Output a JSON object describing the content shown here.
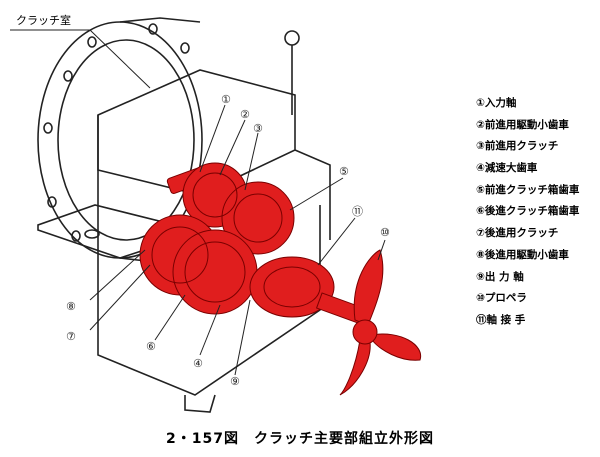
{
  "room_label": "クラッチ室",
  "callouts": [
    "①",
    "②",
    "③",
    "④",
    "⑤",
    "⑥",
    "⑦",
    "⑧",
    "⑨",
    "⑩",
    "⑪"
  ],
  "legend": [
    "①入力軸",
    "②前進用駆動小歯車",
    "③前進用クラッチ",
    "④減速大歯車",
    "⑤前進クラッチ箱歯車",
    "⑥後進クラッチ箱歯車",
    "⑦後進用クラッチ",
    "⑧後進用駆動小歯車",
    "⑨出 力 軸",
    "⑩プロペラ",
    "⑪軸 接 手"
  ],
  "caption": "2・157図　クラッチ主要部組立外形図",
  "colors": {
    "parts": "#e01e1e",
    "line": "#222222"
  }
}
